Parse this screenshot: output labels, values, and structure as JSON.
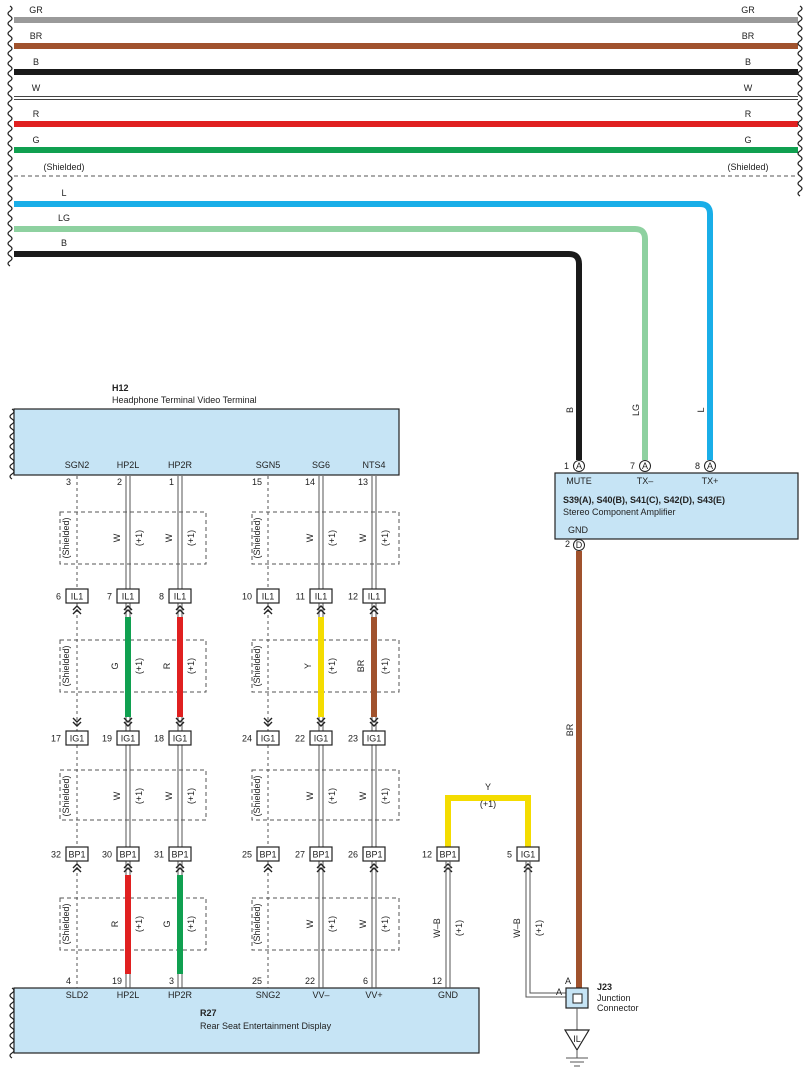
{
  "colors": {
    "GR": "#9a9a9a",
    "BR": "#a0522d",
    "B": "#1a1a1a",
    "W": "#ffffff",
    "R": "#e02020",
    "G": "#10a050",
    "L": "#19aee8",
    "LG": "#8ed1a0",
    "Y": "#f4dc00",
    "box": "#c6e4f5",
    "boxStroke": "#222222"
  },
  "bus": {
    "wires": [
      "GR",
      "BR",
      "B",
      "W",
      "R",
      "G"
    ],
    "shielded": "(Shielded)"
  },
  "feeds": [
    {
      "label": "L",
      "vlabel": "L",
      "pin": "8"
    },
    {
      "label": "LG",
      "vlabel": "LG",
      "pin": "7"
    },
    {
      "label": "B",
      "vlabel": "B",
      "pin": "1"
    }
  ],
  "amp": {
    "title": "S39(A), S40(B), S41(C), S42(D), S43(E)",
    "subtitle": "Stereo Component Amplifier",
    "pins": [
      {
        "num": "1",
        "conn": "A",
        "name": "MUTE"
      },
      {
        "num": "7",
        "conn": "A",
        "name": "TX–"
      },
      {
        "num": "8",
        "conn": "A",
        "name": "TX+"
      }
    ],
    "gnd_label": "GND",
    "gnd_pin": "2",
    "gnd_conn": "D",
    "gnd_wire": "BR"
  },
  "h12": {
    "id": "H12",
    "name": "Headphone Terminal Video Terminal",
    "pins": [
      {
        "name": "SGN2",
        "num": "3"
      },
      {
        "name": "HP2L",
        "num": "2"
      },
      {
        "name": "HP2R",
        "num": "1"
      },
      {
        "name": "SGN5",
        "num": "15"
      },
      {
        "name": "SG6",
        "num": "14"
      },
      {
        "name": "NTS4",
        "num": "13"
      }
    ]
  },
  "r27": {
    "id": "R27",
    "name": "Rear Seat Entertainment Display",
    "pins": [
      {
        "name": "SLD2",
        "num": "4"
      },
      {
        "name": "HP2L",
        "num": "19"
      },
      {
        "name": "HP2R",
        "num": "3"
      },
      {
        "name": "SNG2",
        "num": "25"
      },
      {
        "name": "VV–",
        "num": "22"
      },
      {
        "name": "VV+",
        "num": "6"
      },
      {
        "name": "GND",
        "num": "12"
      }
    ]
  },
  "connectors": {
    "il1": [
      {
        "num": "6",
        "label": "IL1"
      },
      {
        "num": "7",
        "label": "IL1"
      },
      {
        "num": "8",
        "label": "IL1"
      },
      {
        "num": "10",
        "label": "IL1"
      },
      {
        "num": "11",
        "label": "IL1"
      },
      {
        "num": "12",
        "label": "IL1"
      }
    ],
    "ig1": [
      {
        "num": "17",
        "label": "IG1"
      },
      {
        "num": "19",
        "label": "IG1"
      },
      {
        "num": "18",
        "label": "IG1"
      },
      {
        "num": "24",
        "label": "IG1"
      },
      {
        "num": "22",
        "label": "IG1"
      },
      {
        "num": "23",
        "label": "IG1"
      }
    ],
    "bp1": [
      {
        "num": "32",
        "label": "BP1"
      },
      {
        "num": "30",
        "label": "BP1"
      },
      {
        "num": "31",
        "label": "BP1"
      },
      {
        "num": "25",
        "label": "BP1"
      },
      {
        "num": "27",
        "label": "BP1"
      },
      {
        "num": "26",
        "label": "BP1"
      }
    ],
    "gnd_bp1": {
      "num": "12",
      "label": "BP1"
    },
    "gnd_ig1": {
      "num": "5",
      "label": "IG1"
    }
  },
  "segments": {
    "seg1": [
      {
        "label": "(Shielded)",
        "color": "none"
      },
      {
        "label": "W",
        "color": "W"
      },
      {
        "label": "W",
        "color": "W"
      },
      {
        "label": "(Shielded)",
        "color": "none"
      },
      {
        "label": "W",
        "color": "W"
      },
      {
        "label": "W",
        "color": "W"
      }
    ],
    "seg2": [
      {
        "label": "(Shielded)",
        "color": "none"
      },
      {
        "label": "G",
        "color": "G"
      },
      {
        "label": "R",
        "color": "R"
      },
      {
        "label": "(Shielded)",
        "color": "none"
      },
      {
        "label": "Y",
        "color": "Y"
      },
      {
        "label": "BR",
        "color": "BR"
      }
    ],
    "seg3": [
      {
        "label": "(Shielded)",
        "color": "none"
      },
      {
        "label": "W",
        "color": "W"
      },
      {
        "label": "W",
        "color": "W"
      },
      {
        "label": "(Shielded)",
        "color": "none"
      },
      {
        "label": "W",
        "color": "W"
      },
      {
        "label": "W",
        "color": "W"
      }
    ],
    "seg4": [
      {
        "label": "(Shielded)",
        "color": "none"
      },
      {
        "label": "R",
        "color": "R"
      },
      {
        "label": "G",
        "color": "G"
      },
      {
        "label": "(Shielded)",
        "color": "none"
      },
      {
        "label": "W",
        "color": "W"
      },
      {
        "label": "W",
        "color": "W"
      }
    ]
  },
  "note": "(+1)",
  "gnd_link": {
    "label": "Y",
    "note": "(+1)",
    "wire_left": "W–B",
    "wire_right": "W–B",
    "note_left": "(+1)",
    "note_right": "(+1)"
  },
  "j23": {
    "id": "J23",
    "name1": "Junction",
    "name2": "Connector",
    "pin_top": "A",
    "pin_left": "A"
  },
  "ground": {
    "label": "IL"
  }
}
